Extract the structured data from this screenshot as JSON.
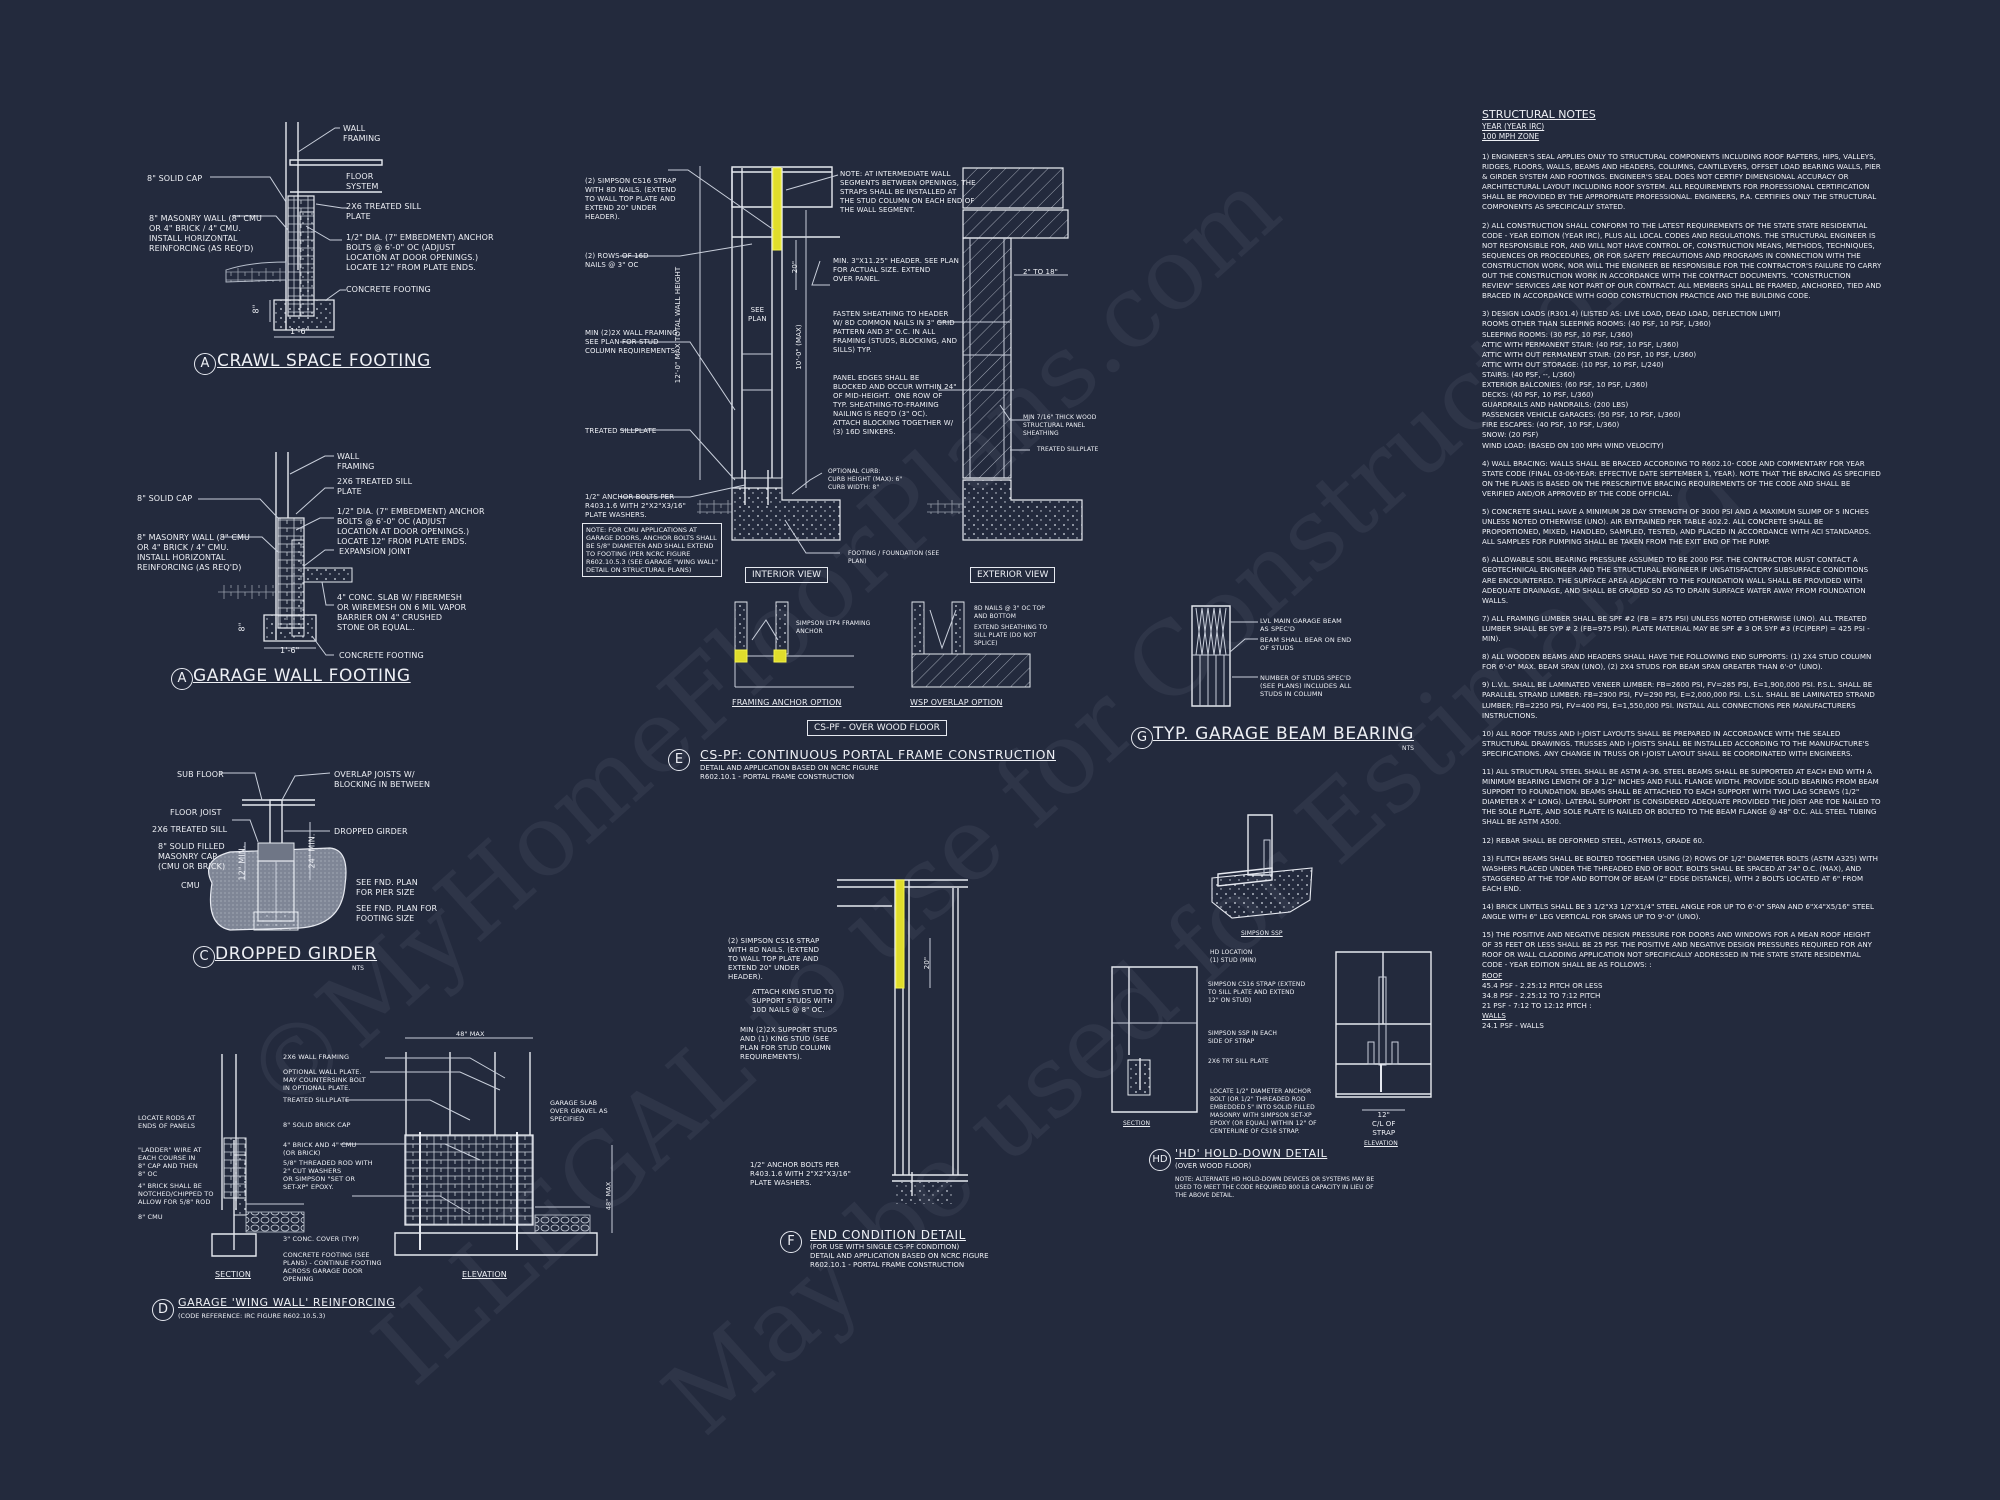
{
  "sheet": {
    "background": "#232a3d",
    "line_color": "#e6e9f0",
    "highlight_color": "#e0dd2c"
  },
  "watermark": {
    "line1": "©MyHomeFloorPlans.com",
    "line2": "ILLEGAL to use for Construction",
    "line3": "May be used for Estimating"
  },
  "details": {
    "a1": {
      "tag": "A",
      "title": "CRAWL SPACE FOOTING",
      "labels": {
        "wall_framing": "WALL\nFRAMING",
        "floor_system": "FLOOR\nSYSTEM",
        "solid_cap": "8\" SOLID CAP",
        "sill_plate": "2x6 TREATED SILL\nPLATE",
        "masonry_wall": "8\" MASONRY WALL (8\" CMU\nOR 4\" BRICK / 4\" CMU.\nINSTALL HORIZONTAL\nREINFORCING (AS REQ'D)",
        "anchor_bolts": "1/2\" DIA. (7\" EMBEDMENT) ANCHOR\nBOLTS @ 6'-0\" OC (ADJUST\nLOCATION AT DOOR OPENINGS.)\nLOCATE 12\" FROM PLATE ENDS.",
        "footing": "CONCRETE FOOTING",
        "dim_height": "8\"",
        "dim_width": "1'-6\""
      }
    },
    "a2": {
      "tag": "A",
      "title": "GARAGE WALL FOOTING",
      "labels": {
        "wall_framing": "WALL\nFRAMING",
        "sill_plate": "2x6 TREATED SILL\nPLATE",
        "solid_cap": "8\" SOLID CAP",
        "anchor_bolts": "1/2\" DIA. (7\" EMBEDMENT) ANCHOR\nBOLTS @ 6'-0\" OC (ADJUST\nLOCATION AT DOOR OPENINGS.)\nLOCATE 12\" FROM PLATE ENDS.",
        "masonry_wall": "8\" MASONRY WALL (8\" CMU\nOR 4\" BRICK / 4\" CMU.\nINSTALL HORIZONTAL\nREINFORCING (AS REQ'D)",
        "expansion_joint": "EXPANSION JOINT",
        "slab": "4\" CONC. SLAB w/ FIBERMESH\nOR WIREMESH ON 6 MIL VAPOR\nBARRIER ON 4\" CRUSHED\nSTONE OR EQUAL..",
        "footing": "CONCRETE FOOTING",
        "dim_height": "8\"",
        "dim_width": "1'-6\""
      }
    },
    "c": {
      "tag": "C",
      "title": "DROPPED GIRDER",
      "nts": "NTS",
      "labels": {
        "sub_floor": "SUB FLOOR",
        "overlap": "OVERLAP JOISTS W/\nBLOCKING IN BETWEEN",
        "floor_joist": "FLOOR JOIST",
        "sill": "2x6 TREATED SILL",
        "dropped_girder": "DROPPED GIRDER",
        "cap": "8\" SOLID FILLED\nMASONRY CAP\n(CMU OR BRICK)",
        "cmu": "CMU",
        "pier": "SEE FND. PLAN\nFOR PIER SIZE",
        "footing": "SEE FND. PLAN FOR\nFOOTING SIZE",
        "dim_12": "12\" MIN.",
        "dim_24": "24\" MIN."
      }
    },
    "d": {
      "tag": "D",
      "title": "GARAGE 'WING WALL' REINFORCING",
      "subtitle": "(CODE REFERENCE: IRC FIGURE R602.10.5.3)",
      "section_label": "SECTION",
      "elevation_label": "ELEVATION",
      "labels": {
        "wall_framing": "2x6 WALL FRAMING",
        "optional_plate": "OPTIONAL WALL PLATE.\nMAY COUNTERSINK BOLT\nIN OPTIONAL PLATE.",
        "sillplate": "TREATED SILLPLATE",
        "brick_cap": "8\" SOLID BRICK CAP",
        "brick_cmu": "4\" BRICK AND 4\" CMU\n(OR BRICK)",
        "rod": "5/8\" THREADED ROD WITH\n2\" CUT WASHERS\nOR SIMPSON \"SET OR\nSET-XP\" EPOXY.",
        "cover": "3\" CONC. COVER (TYP)",
        "footing": "CONCRETE FOOTING (SEE\nPLANS) - CONTINUE FOOTING\nACROSS GARAGE DOOR\nOPENING",
        "locate_rods": "LOCATE RODS AT\nENDS OF PANELS",
        "ladder": "\"LADDER\" WIRE AT\nEACH COURSE IN\n8\" CAP AND THEN\n8\" OC",
        "notched": "4\" BRICK SHALL BE\nNOTCHED/CHIPPED TO\nALLOW FOR 5/8\" ROD",
        "cmu": "8\" CMU",
        "garage_slab": "GARAGE SLAB\nOVER GRAVEL AS\nSPECIFIED",
        "dim_width": "48\" MAX",
        "dim_height": "48\" MAX"
      }
    },
    "e": {
      "tag": "E",
      "title": "CS-PF: CONTINUOUS PORTAL FRAME CONSTRUCTION",
      "subtitle": "DETAIL AND APPLICATION BASED ON NCRC FIGURE\nR602.10.1 - PORTAL FRAME CONSTRUCTION",
      "interior_view": "INTERIOR VIEW",
      "exterior_view": "EXTERIOR VIEW",
      "framing_anchor_option": "FRAMING ANCHOR OPTION",
      "wsp_overlap_option": "WSP OVERLAP OPTION",
      "over_wood_floor": "CS-PF - OVER WOOD FLOOR",
      "labels": {
        "strap": "(2) SIMPSON CS16 STRAP\nWITH 8d NAILS. (EXTEND\nTO WALL TOP PLATE AND\nEXTEND 20\" UNDER\nHEADER).",
        "nails": "(2) ROWS OF 16d\nNAILS @ 3\" OC",
        "wall_framing": "MIN (2)2X WALL FRAMING.\nSEE PLAN FOR STUD\nCOLUMN REQUIREMENTS.",
        "sillplate": "TREATED SILLPLATE",
        "anchor_bolts": "1/2\" ANCHOR BOLTS PER\nR403.1.6 WITH 2\"x2\"x3/16\"\nPLATE WASHERS.",
        "cmu_note": "NOTE: FOR CMU APPLICATIONS AT\nGARAGE DOORS, ANCHOR BOLTS SHALL\nBE 5/8\" DIAMETER AND SHALL EXTEND\nTO FOOTING (PER NCRC FIGURE\nR602.10.5.3 (SEE GARAGE \"WING WALL\"\nDETAIL ON STRUCTURAL PLANS)",
        "intermediate_note": "NOTE: AT INTERMEDIATE WALL\nSEGMENTS BETWEEN OPENINGS, THE\nSTRAPS SHALL BE INSTALLED AT\nTHE STUD COLUMN ON EACH END OF\nTHE WALL SEGMENT.",
        "header": "MIN. 3\"x11.25\" HEADER. SEE PLAN\nFOR ACTUAL SIZE. EXTEND\nOVER PANEL.",
        "fasten": "FASTEN SHEATHING TO HEADER\nW/ 8d COMMON NAILS IN 3\" GRID\nPATTERN AND 3\" O.C. IN ALL\nFRAMING (STUDS, BLOCKING, AND\nSILLS) TYP.",
        "panel_edges": "PANEL EDGES SHALL BE\nBLOCKED AND OCCUR WITHIN 24\"\nOF MID-HEIGHT.  ONE ROW OF\nTYP. SHEATHING-TO-FRAMING\nNAILING IS REQ'D (3\" OC).\nATTACH BLOCKING TOGETHER W/\n(3) 16d SINKERS.",
        "curb": "OPTIONAL CURB:\nCURB HEIGHT (MAX): 6\"\nCURB WIDTH: 8\"",
        "footing": "FOOTING / FOUNDATION (SEE\nPLAN)",
        "see_plan": "SEE\nPLAN",
        "dim_total": "12'-0\" MAX TOTAL WALL HEIGHT",
        "dim_10": "10'-0\" (MAX)",
        "dim_20": "20\"",
        "dim_2to18": "2\" TO 18\"",
        "sheathing": "MIN 7/16\" THICK WOOD\nSTRUCTURAL PANEL\nSHEATHING",
        "ext_sillplate": "TREATED SILLPLATE",
        "ltp4": "SIMPSON LTP4 FRAMING\nANCHOR",
        "8d_nails": "8d NAILS @ 3\" OC TOP\nAND BOTTOM",
        "extend_sheathing": "EXTEND SHEATHING TO\nSILL PLATE (DO NOT\nSPLICE)"
      }
    },
    "f": {
      "tag": "F",
      "title": "END CONDITION DETAIL",
      "subtitle": "(FOR USE WITH SINGLE CS-PF CONDITION)\nDETAIL AND APPLICATION BASED ON NCRC FIGURE\nR602.10.1 - PORTAL FRAME CONSTRUCTION",
      "labels": {
        "strap": "(2) SIMPSON CS16 STRAP\nWITH 8d NAILS. (EXTEND\nTO WALL TOP PLATE AND\nEXTEND 20\" UNDER\nHEADER).",
        "king_stud": "ATTACH KING STUD TO\nSUPPORT STUDS WITH\n10d NAILS @ 8\" OC.",
        "support_studs": "MIN (2)2X SUPPORT STUDS\nAND (1) KING STUD (SEE\nPLAN FOR STUD COLUMN\nREQUIREMENTS).",
        "anchor_bolts": "1/2\" ANCHOR BOLTS PER\nR403.1.6 WITH 2\"x2\"x3/16\"\nPLATE WASHERS.",
        "dim_20": "20\""
      }
    },
    "g": {
      "tag": "G",
      "title": "TYP. GARAGE BEAM BEARING",
      "nts": "NTS",
      "labels": {
        "lvl": "LVL MAIN GARAGE BEAM\nAS SPEC'D",
        "bear": "BEAM SHALL BEAR ON END\nOF STUDS",
        "studs": "NUMBER OF STUDS SPEC'D\n(SEE PLANS) INCLUDES ALL\nSTUDS IN COLUMN"
      }
    },
    "hd": {
      "tag": "HD",
      "title": "'HD' HOLD-DOWN DETAIL",
      "subtitle": "(OVER WOOD FLOOR)",
      "note": "NOTE: ALTERNATE HD HOLD-DOWN DEVICES OR SYSTEMS MAY BE\nUSED TO MEET THE CODE REQUIRED 800 LB CAPACITY IN LIEU OF\nTHE ABOVE DETAIL.",
      "ssp_label": "SIMPSON SSP",
      "section_label": "SECTION",
      "elevation_label": "ELEVATION",
      "labels": {
        "hd_location": "HD LOCATION\n(1) STUD (MIN)",
        "strap": "SIMPSON CS16 STRAP (EXTEND\nTO SILL PLATE AND EXTEND\n12\" ON STUD)",
        "ssp": "SIMPSON SSP IN EACH\nSIDE OF STRAP",
        "sill": "2x6 TRT SILL PLATE",
        "anchor": "LOCATE 1/2\" DIAMETER ANCHOR\nBOLT (OR 1/2\" THREADED ROD\nEMBEDDED 5\" INTO SOLID FILLED\nMASONRY WITH SIMPSON SET-XP\nEPOXY (OR EQUAL) WITHIN 12\" OF\nCENTERLINE OF CS16 STRAP.",
        "dim": "12\"\nC/L OF\nSTRAP"
      }
    }
  },
  "structural_notes": {
    "title": "STRUCTURAL NOTES",
    "year_line": "YEAR  (YEAR IRC)",
    "zone_line": "100 mph ZONE",
    "n1": "1) ENGINEER'S SEAL APPLIES ONLY TO STRUCTURAL COMPONENTS INCLUDING ROOF RAFTERS, HIPS, VALLEYS, RIDGES, FLOORS, WALLS, BEAMS AND HEADERS, COLUMNS, CANTILEVERS, OFFSET LOAD BEARING WALLS, PIER & GIRDER SYSTEM AND FOOTINGS. ENGINEER'S SEAL DOES NOT CERTIFY DIMENSIONAL ACCURACY OR ARCHITECTURAL LAYOUT INCLUDING ROOF SYSTEM. ALL REQUIREMENTS FOR PROFESSIONAL CERTIFICATION SHALL BE PROVIDED BY THE APPROPRIATE PROFESSIONAL.  ENGINEERS, P.A. CERTIFIES ONLY THE STRUCTURAL COMPONENTS AS SPECIFICALLY STATED.",
    "n2": "2) ALL CONSTRUCTION SHALL CONFORM TO THE LATEST REQUIREMENTS OF THE STATE STATE RESIDENTIAL CODE - YEAR EDITION (YEAR IRC), PLUS ALL LOCAL CODES AND REGULATIONS. THE STRUCTURAL ENGINEER IS NOT RESPONSIBLE FOR, AND WILL NOT HAVE CONTROL OF, CONSTRUCTION MEANS, METHODS, TECHNIQUES, SEQUENCES OR PROCEDURES, OR FOR SAFETY PRECAUTIONS AND PROGRAMS IN CONNECTION WITH THE CONSTRUCTION WORK, NOR WILL THE ENGINEER BE RESPONSIBLE FOR THE CONTRACTOR'S FAILURE TO CARRY OUT THE CONSTRUCTION WORK IN ACCORDANCE WITH THE CONTRACT DOCUMENTS. \"CONSTRUCTION REVIEW\" SERVICES ARE NOT PART OF OUR CONTRACT. ALL MEMBERS SHALL BE FRAMED, ANCHORED, TIED AND BRACED IN ACCORDANCE WITH GOOD CONSTRUCTION PRACTICE AND THE BUILDING CODE.",
    "n3_title": "3) DESIGN LOADS (R301.4) (LISTED AS: LIVE LOAD, DEAD LOAD, DEFLECTION LIMIT)",
    "n3_loads": [
      "ROOMS OTHER THAN SLEEPING ROOMS: (40 PSF, 10 PSF, L/360)",
      "SLEEPING ROOMS: (30 PSF, 10 PSF, L/360)",
      "ATTIC WITH PERMANENT STAIR: (40 PSF, 10 PSF, L/360)",
      "ATTIC WITH OUT PERMANENT STAIR: (20 PSF, 10 PSF, L/360)",
      "ATTIC WITH OUT STORAGE: (10 PSF, 10 PSF, L/240)",
      "STAIRS: (40 PSF, --, L/360)",
      "EXTERIOR BALCONIES: (60 PSF, 10 PSF, L/360)",
      "DECKS: (40 PSF, 10 PSF, L/360)",
      "GUARDRAILS AND HANDRAILS: (200 LBS)",
      "PASSENGER VEHICLE GARAGES: (50 PSF, 10 PSF, L/360)",
      "FIRE ESCAPES: (40 PSF, 10 PSF, L/360)",
      "SNOW: (20 PSF)",
      "WIND LOAD: (BASED ON 100 MPH WIND VELOCITY)"
    ],
    "n4": "4) WALL BRACING: WALLS SHALL BE BRACED ACCORDING TO R602.10- CODE AND COMMENTARY FOR YEAR STATE CODE (FINAL 03-06-YEAR: EFFECTIVE DATE SEPTEMBER 1, YEAR). NOTE THAT THE BRACING AS SPECIFIED ON THE PLANS IS BASED ON THE PRESCRIPTIVE BRACING REQUIREMENTS OF THE CODE AND SHALL BE VERIFIED AND/OR APPROVED BY THE CODE OFFICIAL.",
    "n5": "5) CONCRETE SHALL HAVE A MINIMUM 28 DAY STRENGTH OF 3000 PSI AND A MAXIMUM SLUMP OF 5 INCHES UNLESS NOTED OTHERWISE (UNO). AIR ENTRAINED PER TABLE 402.2. ALL CONCRETE SHALL BE PROPORTIONED, MIXED, HANDLED, SAMPLED, TESTED, AND PLACED IN ACCORDANCE WITH ACI STANDARDS. ALL SAMPLES FOR PUMPING SHALL BE TAKEN FROM THE EXIT END OF THE PUMP.",
    "n6": "6) ALLOWABLE SOIL BEARING PRESSURE ASSUMED TO BE 2000 PSF. THE CONTRACTOR MUST CONTACT A GEOTECHNICAL ENGINEER AND THE STRUCTURAL ENGINEER IF UNSATISFACTORY SUBSURFACE CONDITIONS ARE ENCOUNTERED. THE SURFACE AREA ADJACENT TO THE FOUNDATION WALL SHALL BE PROVIDED WITH ADEQUATE DRAINAGE, AND SHALL BE GRADED SO AS TO DRAIN SURFACE WATER AWAY FROM FOUNDATION WALLS.",
    "n7": "7) ALL FRAMING LUMBER SHALL BE SPF #2 (Fb = 875 PSI) UNLESS NOTED OTHERWISE (UNO). ALL TREATED LUMBER SHALL BE SYP # 2 (Fb=975 PSI). PLATE MATERIAL MAY BE SPF # 3 OR SYP #3 (Fc(perp) = 425 PSI - MIN).",
    "n8": "8) ALL WOODEN BEAMS AND HEADERS SHALL HAVE THE FOLLOWING END SUPPORTS: (1) 2x4 STUD COLUMN FOR 6'-0\" MAX. BEAM SPAN (UNO), (2) 2X4 STUDS FOR BEAM SPAN GREATER THAN 6'-0\" (UNO).",
    "n9": "9) L.V.L.  SHALL BE LAMINATED VENEER LUMBER: Fb=2600 PSI, Fv=285 PSI, E=1,900,000 PSI. P.S.L. SHALL BE PARALLEL STRAND LUMBER: Fb=2900 PSI, Fv=290 PSI, E=2,000,000 PSI. L.S.L.  SHALL BE LAMINATED STRAND LUMBER: Fb=2250 PSI, Fv=400 PSI, E=1,550,000 PSI. INSTALL ALL CONNECTIONS PER MANUFACTURERS INSTRUCTIONS.",
    "n10": "10) ALL ROOF TRUSS AND I-JOIST LAYOUTS SHALL BE PREPARED IN ACCORDANCE WITH THE SEALED STRUCTURAL DRAWINGS. TRUSSES AND I-JOISTS SHALL BE INSTALLED ACCORDING TO THE MANUFACTURE'S SPECIFICATIONS. ANY CHANGE IN TRUSS OR I-JOIST LAYOUT SHALL BE COORDINATED WITH  ENGINEERS.",
    "n11": "11) ALL STRUCTURAL STEEL SHALL BE ASTM A-36. STEEL BEAMS SHALL BE SUPPORTED AT EACH END WITH A MINIMUM BEARING LENGTH OF 3 1/2\" INCHES AND FULL FLANGE WIDTH. PROVIDE SOLID BEARING FROM BEAM SUPPORT TO FOUNDATION.  BEAMS SHALL BE ATTACHED TO EACH SUPPORT WITH TWO LAG SCREWS (1/2\" DIAMETER x 4\" LONG). LATERAL SUPPORT IS CONSIDERED ADEQUATE PROVIDED THE JOIST ARE TOE NAILED TO THE SOLE PLATE, AND SOLE PLATE IS NAILED OR BOLTED TO THE BEAM FLANGE @ 48\" O.C. ALL STEEL TUBING SHALL BE ASTM A500.",
    "n12": "12) REBAR SHALL BE DEFORMED STEEL, ASTM615, GRADE 60.",
    "n13": "13) FLITCH BEAMS SHALL BE BOLTED TOGETHER USING (2) ROWS OF 1/2\" DIAMETER BOLTS (ASTM A325) WITH WASHERS PLACED UNDER THE THREADED END OF BOLT. BOLTS SHALL BE SPACED AT 24\" O.C. (MAX), AND STAGGERED AT THE TOP AND BOTTOM OF BEAM (2\" EDGE DISTANCE), WITH 2 BOLTS LOCATED AT 6\" FROM EACH END.",
    "n14": "14) BRICK LINTELS SHALL BE 3 1/2\"x3 1/2\"x1/4\" STEEL ANGLE FOR UP TO 6'-0\" SPAN AND 6\"x4\"x5/16\" STEEL ANGLE WITH 6\" LEG VERTICAL FOR SPANS UP TO 9'-0\" (UNO).",
    "n15": "15) THE POSITIVE AND NEGATIVE DESIGN PRESSURE FOR DOORS AND WINDOWS FOR A MEAN ROOF HEIGHT OF 35 FEET OR LESS SHALL BE 25 PSF. THE POSITIVE AND NEGATIVE DESIGN PRESSURES REQUIRED FOR ANY ROOF OR WALL CLADDING APPLICATION NOT SPECIFICALLY ADDRESSED IN THE STATE STATE RESIDENTIAL CODE - YEAR EDITION SHALL BE AS FOLLOWS: :",
    "roof_heading": "ROOF",
    "roof_values": [
      "45.4 PSF - 2.25:12 PITCH OR LESS",
      "34.8 PSF - 2.25:12 TO 7:12 PITCH",
      "21 PSF - 7:12 TO 12:12 PITCH :"
    ],
    "walls_heading": "WALLS",
    "walls_values": [
      "24.1 PSF - WALLS"
    ]
  }
}
